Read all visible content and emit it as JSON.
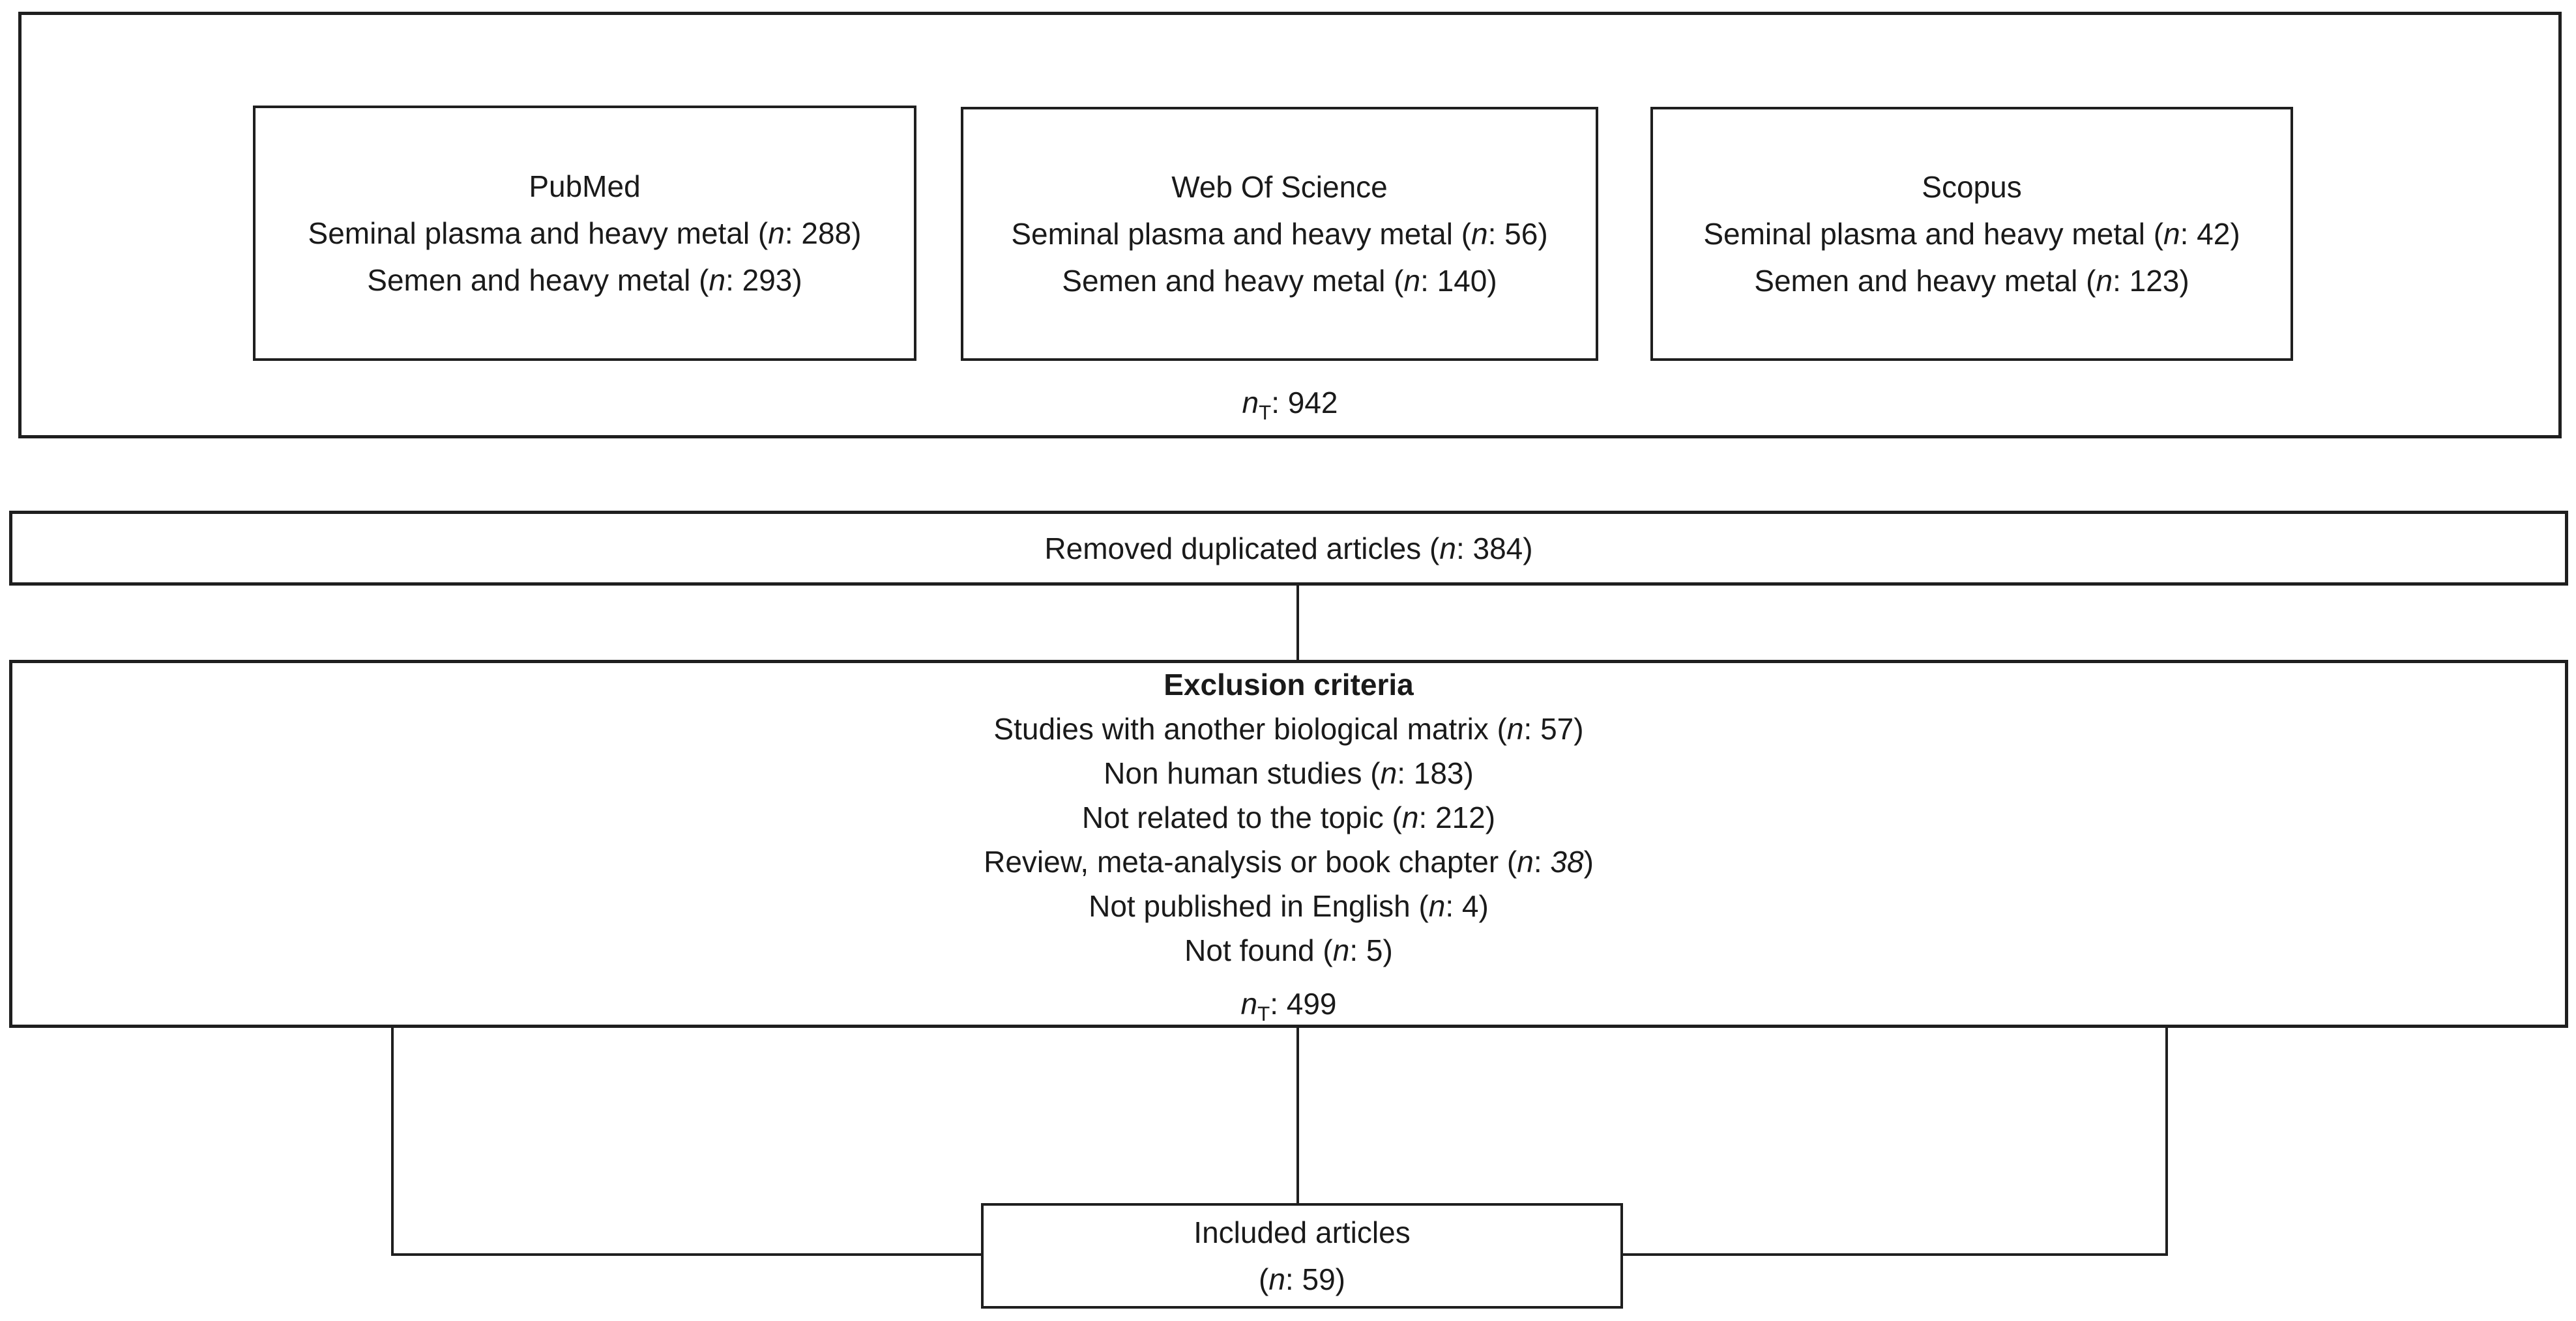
{
  "diagram": {
    "n_symbol": "n",
    "total_subscript": "T",
    "colors": {
      "line": "#1f1f1f",
      "text": "#1a1a1a",
      "background": "#ffffff"
    },
    "sources": [
      {
        "name": "PubMed",
        "lines": [
          {
            "text": "Seminal plasma and heavy metal",
            "count": "288"
          },
          {
            "text": "Semen and heavy metal",
            "count": "293"
          }
        ]
      },
      {
        "name": "Web Of Science",
        "lines": [
          {
            "text": "Seminal plasma and heavy metal",
            "count": "56"
          },
          {
            "text": "Semen and heavy metal",
            "count": "140"
          }
        ]
      },
      {
        "name": "Scopus",
        "lines": [
          {
            "text": "Seminal plasma and heavy metal",
            "count": "42"
          },
          {
            "text": "Semen and heavy metal",
            "count": "123"
          }
        ]
      }
    ],
    "search_total": "942",
    "removed": {
      "text": "Removed duplicated articles",
      "count": "384"
    },
    "exclusion": {
      "heading": "Exclusion criteria",
      "items": [
        {
          "text": "Studies with another biological matrix",
          "count": "57"
        },
        {
          "text": "Non human studies",
          "count": "183"
        },
        {
          "text": "Not related to the topic",
          "count": "212"
        },
        {
          "text": "Review, meta-analysis or book chapter",
          "count": "38",
          "italic_count": true
        },
        {
          "text": "Not published in English",
          "count": "4"
        },
        {
          "text": "Not found",
          "count": "5"
        }
      ],
      "total": "499"
    },
    "included": {
      "title": "Included articles",
      "count": "59"
    }
  }
}
